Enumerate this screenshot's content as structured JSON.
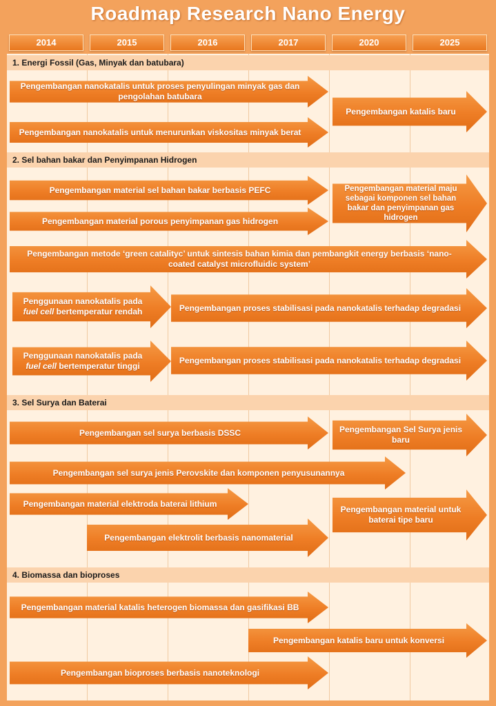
{
  "title": "Roadmap Research Nano Energy",
  "years": [
    "2014",
    "2015",
    "2016",
    "2017",
    "2020",
    "2025"
  ],
  "sections": [
    {
      "heading": "1. Energi Fossil (Gas, Minyak dan batubara)",
      "items": [
        "Pengembangan nanokatalis untuk proses penyulingan minyak gas dan pengolahan batubara",
        "Pengembangan nanokatalis untuk menurunkan viskositas minyak berat",
        "Pengembangan katalis baru"
      ]
    },
    {
      "heading": "2. Sel bahan bakar dan Penyimpanan Hidrogen",
      "items": [
        "Pengembangan material sel bahan bakar berbasis PEFC",
        "Pengembangan material  porous penyimpanan gas hidrogen",
        "Pengembangan material maju sebagai komponen sel bahan bakar dan penyimpanan gas hidrogen",
        "Pengembangan metode ‘green catalityc’ untuk sintesis bahan kimia dan pembangkit energy berbasis ‘nano-coated catalyst microfluidic system’",
        "Pengembangan proses stabilisasi pada nanokatalis terhadap degradasi",
        "Pengembangan proses stabilisasi pada nanokatalis terhadap degradasi"
      ],
      "fuel_cell_items": [
        {
          "pre": "Penggunaan nanokatalis pada",
          "italic": "fuel cell",
          "post": " bertemperatur rendah"
        },
        {
          "pre": "Penggunaan nanokatalis pada",
          "italic": "fuel cell",
          "post": " bertemperatur tinggi"
        }
      ]
    },
    {
      "heading": "3. Sel Surya dan Baterai",
      "items": [
        "Pengembangan sel surya berbasis DSSC",
        "Pengembangan Sel Surya jenis baru",
        "Pengembangan sel surya jenis Perovskite dan komponen penyusunannya",
        "Pengembangan material elektroda baterai lithium",
        "Pengembangan material untuk baterai tipe baru",
        "Pengembangan elektrolit berbasis nanomaterial"
      ]
    },
    {
      "heading": "4. Biomassa dan bioproses",
      "items": [
        "Pengembangan material katalis heterogen biomassa dan gasifikasi BB",
        "Pengembangan katalis baru untuk konversi",
        "Pengembangan bioproses berbasis nanoteknologi"
      ]
    }
  ],
  "colors": {
    "background": "#f3a25c",
    "panel": "#fff1e0",
    "section_band": "#fbd3ad",
    "arrow": "#ee7d25",
    "text_light": "#ffffff",
    "text_dark": "#1a1a1a"
  }
}
